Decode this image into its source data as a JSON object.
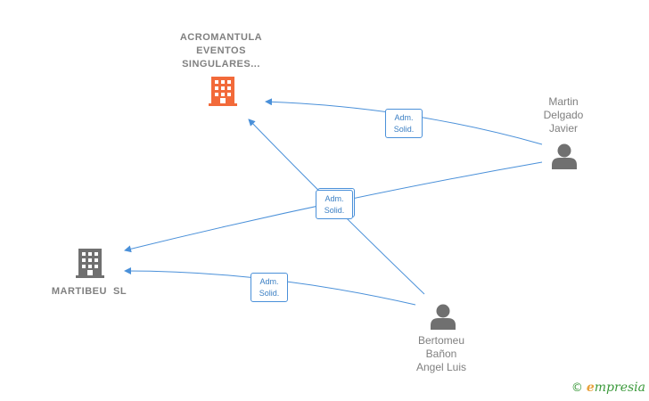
{
  "colors": {
    "edge": "#4a90d9",
    "company_highlight": "#f26a3a",
    "company_normal": "#707070",
    "person": "#707070",
    "brand_green": "#3c9a3c",
    "brand_orange": "#e8a13b"
  },
  "nodes": {
    "acromantula": {
      "type": "company",
      "icon": "building-icon",
      "label_lines": [
        "ACROMANTULA",
        "EVENTOS",
        "SINGULARES..."
      ]
    },
    "martibeu": {
      "type": "company",
      "icon": "building-icon",
      "label_lines": [
        "MARTIBEU  SL"
      ]
    },
    "martin": {
      "type": "person",
      "icon": "person-icon",
      "label_lines": [
        "Martin",
        "Delgado",
        "Javier"
      ]
    },
    "bertomeu": {
      "type": "person",
      "icon": "person-icon",
      "label_lines": [
        "Bertomeu",
        "Bañon",
        "Angel Luis"
      ]
    }
  },
  "edges": [
    {
      "from": "martin",
      "to": "acromantula",
      "label_lines": [
        "Adm.",
        "Solid."
      ]
    },
    {
      "from": "martin",
      "to": "martibeu",
      "label_lines": [
        "Adm.",
        "Solid."
      ]
    },
    {
      "from": "bertomeu",
      "to": "acromantula",
      "label_lines": [
        "Adm.",
        "Solid."
      ]
    },
    {
      "from": "bertomeu",
      "to": "martibeu",
      "label_lines": [
        "Adm.",
        "Solid."
      ]
    }
  ],
  "brand": {
    "copyright": "©",
    "initial": "e",
    "name": "mpresia"
  }
}
